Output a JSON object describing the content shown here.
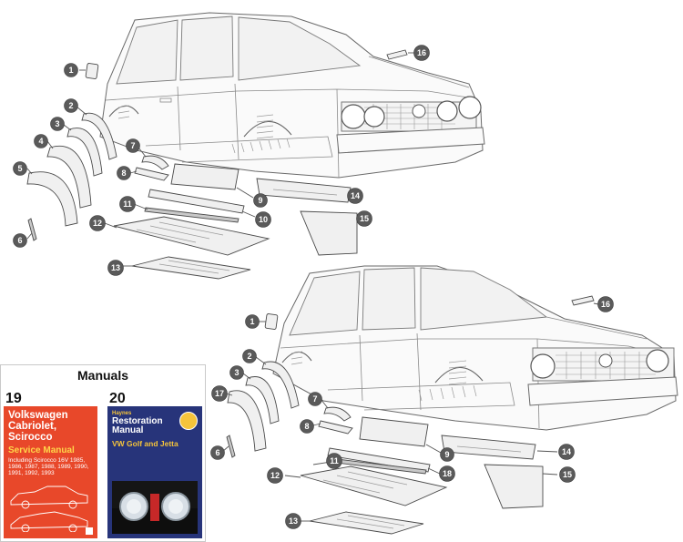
{
  "diagram": {
    "callouts_top": [
      "1",
      "2",
      "3",
      "4",
      "5",
      "6",
      "7",
      "8",
      "9",
      "10",
      "11",
      "12",
      "13",
      "14",
      "15",
      "16"
    ],
    "callouts_bottom": [
      "1",
      "2",
      "3",
      "17",
      "6",
      "7",
      "8",
      "9",
      "11",
      "18",
      "12",
      "13",
      "14",
      "15",
      "16"
    ]
  },
  "manuals": {
    "title": "Manuals",
    "items": [
      {
        "number": "19",
        "cover_title": "Volkswagen Cabriolet, Scirocco",
        "cover_subtitle": "Service Manual",
        "cover_detail": "Including Scirocco 16V 1985, 1986, 1987, 1988, 1989, 1990, 1991, 1992, 1993",
        "cover_color": "#e8482a"
      },
      {
        "number": "20",
        "cover_header": "Haynes",
        "cover_title": "Restoration Manual",
        "cover_subtitle": "VW Golf and Jetta",
        "cover_color": "#27347a"
      }
    ]
  },
  "colors": {
    "callout": "#5a5a5a",
    "line": "#4a4a4a"
  }
}
